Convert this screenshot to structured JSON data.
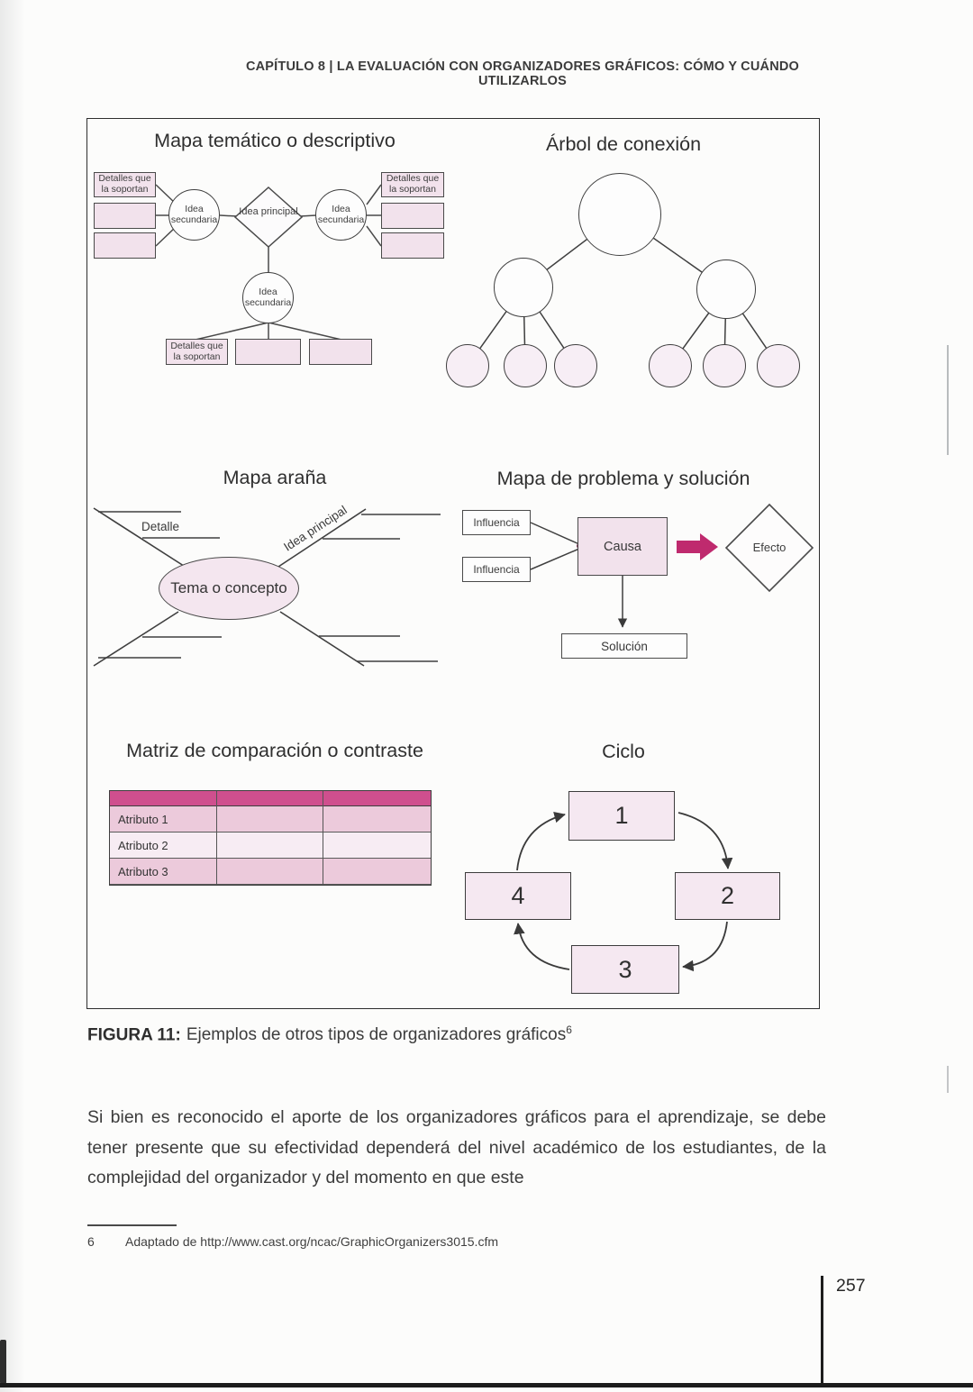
{
  "page": {
    "header": "CAPÍTULO 8 | LA EVALUACIÓN CON ORGANIZADORES GRÁFICOS: CÓMO Y CUÁNDO UTILIZARLOS",
    "page_number": "257",
    "caption_label": "FIGURA 11:",
    "caption_text": "Ejemplos de otros tipos de organizadores gráficos",
    "caption_footnote_ref": "6",
    "body_paragraph": "Si bien es reconocido el aporte de los organizadores gráficos para el aprendizaje, se debe tener presente que su efectividad dependerá del nivel académico de los estudiantes, de la complejidad del organizador y del momento en que este",
    "footnote_number": "6",
    "footnote_text": "Adaptado de http://www.cast.org/ncac/GraphicOrganizers3015.cfm"
  },
  "diagrams": {
    "tematico": {
      "title": "Mapa temático o descriptivo",
      "idea_principal": "Idea principal",
      "idea_secundaria": "Idea secundaria",
      "detalles": "Detalles que la soportan"
    },
    "arbol": {
      "title": "Árbol de conexión"
    },
    "arana": {
      "title": "Mapa araña",
      "detalle": "Detalle",
      "idea_principal": "Idea principal",
      "tema": "Tema o concepto"
    },
    "problema": {
      "title": "Mapa de problema y solución",
      "influencia": "Influencia",
      "causa": "Causa",
      "efecto": "Efecto",
      "solucion": "Solución"
    },
    "matriz": {
      "title": "Matriz de comparación o contraste",
      "rows": [
        "Atributo 1",
        "Atributo 2",
        "Atributo 3"
      ]
    },
    "ciclo": {
      "title": "Ciclo",
      "steps": [
        "1",
        "2",
        "3",
        "4"
      ]
    }
  },
  "colors": {
    "matrix_header_pink": "#cf4f8e",
    "arrow_magenta": "#bf2a6e",
    "box_fill_pink": "#f2e2ec"
  }
}
